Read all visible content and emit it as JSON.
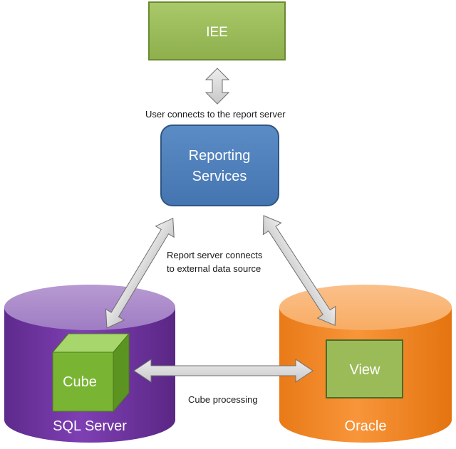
{
  "nodes": {
    "iee": "IEE",
    "reporting_services": {
      "line1": "Reporting",
      "line2": "Services"
    },
    "sql_server": "SQL Server",
    "cube": "Cube",
    "oracle": "Oracle",
    "view": "View"
  },
  "edges": {
    "user_connects": "User connects to the report server",
    "report_server_connects": {
      "line1": "Report server connects",
      "line2": "to external data source"
    },
    "cube_processing": "Cube processing"
  },
  "colors": {
    "iee_fill": "#9BBB59",
    "reporting_fill": "#4F81BD",
    "sql_server_body": "#7030A0",
    "oracle_body": "#F79646",
    "cube_front": "#7AB734",
    "view_fill": "#9BBB59",
    "arrow_fill": "#D9D9D9"
  }
}
